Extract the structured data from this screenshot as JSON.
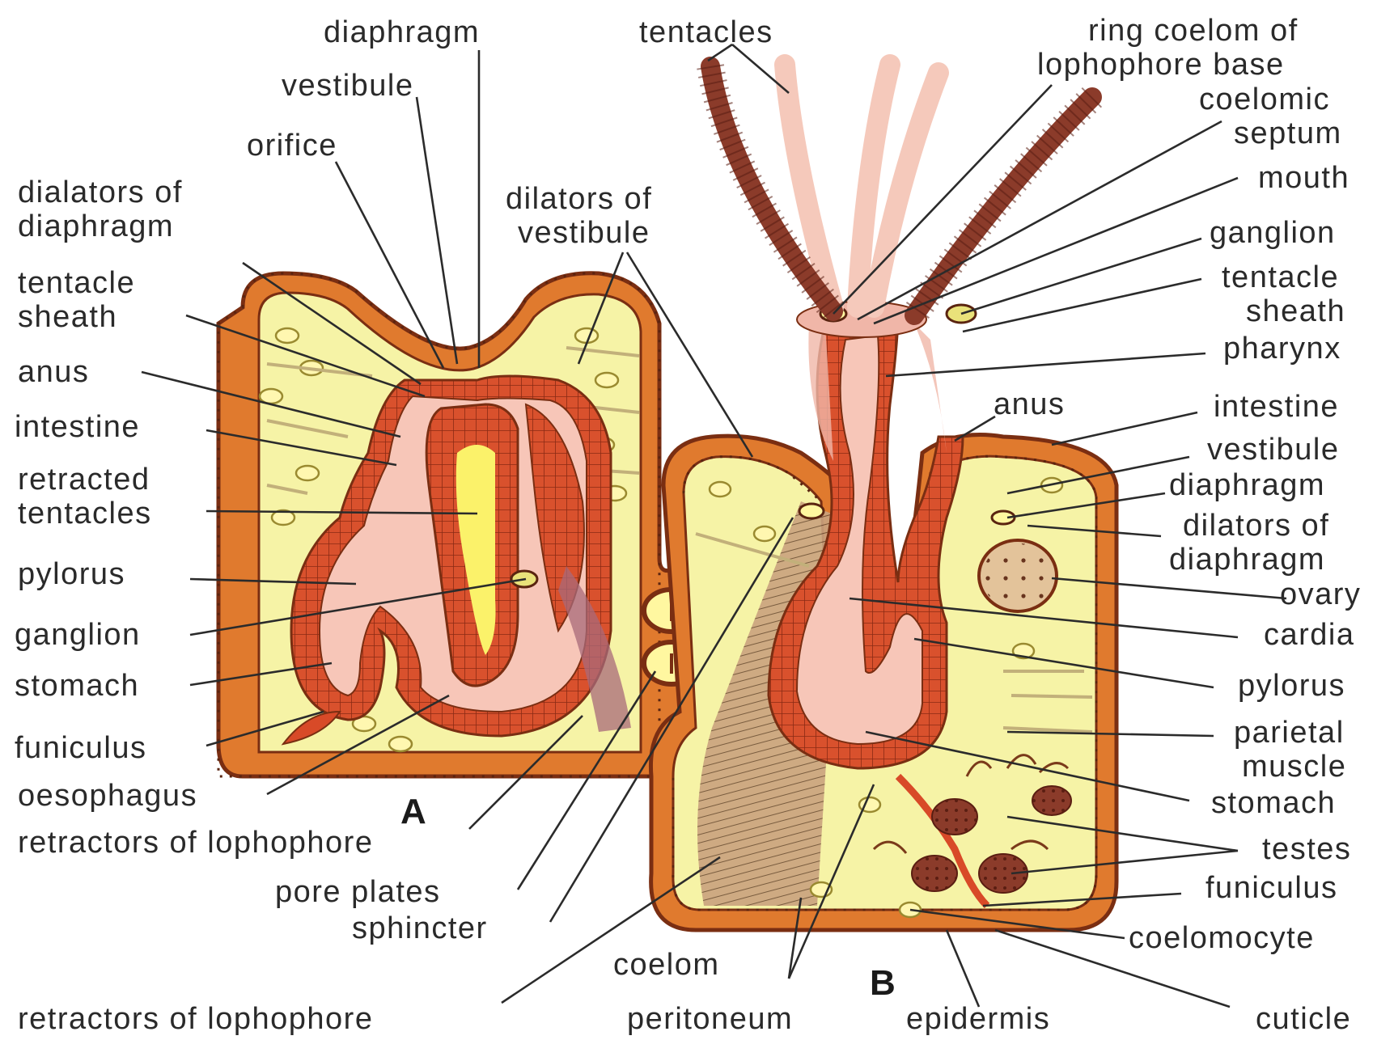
{
  "figure_labels": {
    "a": "A",
    "b": "B"
  },
  "labels_a": {
    "diaphragm": "diaphragm",
    "vestibule": "vestibule",
    "orifice": "orifice",
    "dialators_of_diaphragm_1": "dialators of",
    "dialators_of_diaphragm_2": "diaphragm",
    "dilators_of_vestibule_1": "dilators of",
    "dilators_of_vestibule_2": "vestibule",
    "tentacle_sheath_1": "tentacle",
    "tentacle_sheath_2": "sheath",
    "anus": "anus",
    "intestine": "intestine",
    "retracted_tentacles_1": "retracted",
    "retracted_tentacles_2": "tentacles",
    "pylorus": "pylorus",
    "ganglion": "ganglion",
    "stomach": "stomach",
    "funiculus": "funiculus",
    "oesophagus": "oesophagus",
    "retractors_of_lophophore": "retractors of lophophore",
    "pore_plates": "pore plates",
    "sphincter": "sphincter",
    "retractors_of_lophophore_2": "retractors of lophophore"
  },
  "labels_b": {
    "tentacles": "tentacles",
    "ring_coelom_1": "ring coelom of",
    "ring_coelom_2": "lophophore base",
    "coelomic_septum_1": "coelomic",
    "coelomic_septum_2": "septum",
    "mouth": "mouth",
    "ganglion": "ganglion",
    "tentacle_sheath_1": "tentacle",
    "tentacle_sheath_2": "sheath",
    "pharynx": "pharynx",
    "anus": "anus",
    "intestine": "intestine",
    "vestibule": "vestibule",
    "diaphragm": "diaphragm",
    "dilators_of_diaphragm_1": "dilators of",
    "dilators_of_diaphragm_2": "diaphragm",
    "ovary": "ovary",
    "cardia": "cardia",
    "pylorus": "pylorus",
    "parietal_muscle_1": "parietal",
    "parietal_muscle_2": "muscle",
    "stomach": "stomach",
    "testes": "testes",
    "funiculus": "funiculus",
    "coelomocyte": "coelomocyte",
    "cuticle": "cuticle",
    "coelom": "coelom",
    "peritoneum": "peritoneum",
    "epidermis": "epidermis"
  },
  "colors": {
    "body_wall": "#e07a2e",
    "body_wall_dark": "#7a2e12",
    "coelom_fill": "#f6f3a6",
    "gut_wall": "#d84a28",
    "gut_lumen": "#f7c6b8",
    "tentacle_dark": "#8b3b2a",
    "tentacle_light": "#f5c9bb",
    "muscle": "#9c7a5a"
  }
}
